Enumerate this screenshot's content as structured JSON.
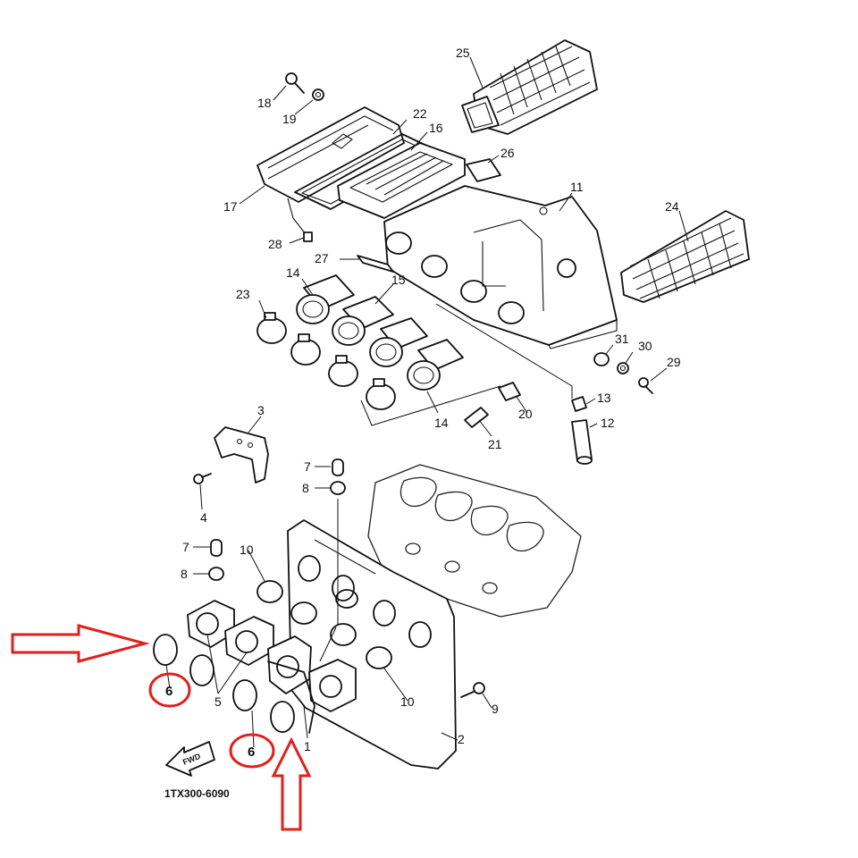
{
  "diagram": {
    "code": "1TX300-6090",
    "fwd_label": "FWD",
    "highlight_color": "#e0201c",
    "callouts": [
      {
        "id": "25",
        "text": "25"
      },
      {
        "id": "18",
        "text": "18"
      },
      {
        "id": "19",
        "text": "19"
      },
      {
        "id": "22",
        "text": "22"
      },
      {
        "id": "16",
        "text": "16"
      },
      {
        "id": "26",
        "text": "26"
      },
      {
        "id": "11",
        "text": "11"
      },
      {
        "id": "17",
        "text": "17"
      },
      {
        "id": "24",
        "text": "24"
      },
      {
        "id": "28",
        "text": "28"
      },
      {
        "id": "27",
        "text": "27"
      },
      {
        "id": "14a",
        "text": "14"
      },
      {
        "id": "15",
        "text": "15"
      },
      {
        "id": "23",
        "text": "23"
      },
      {
        "id": "31",
        "text": "31"
      },
      {
        "id": "30",
        "text": "30"
      },
      {
        "id": "29",
        "text": "29"
      },
      {
        "id": "13",
        "text": "13"
      },
      {
        "id": "20",
        "text": "20"
      },
      {
        "id": "12",
        "text": "12"
      },
      {
        "id": "14b",
        "text": "14"
      },
      {
        "id": "21",
        "text": "21"
      },
      {
        "id": "3",
        "text": "3"
      },
      {
        "id": "7a",
        "text": "7"
      },
      {
        "id": "8a",
        "text": "8"
      },
      {
        "id": "4",
        "text": "4"
      },
      {
        "id": "7b",
        "text": "7"
      },
      {
        "id": "10a",
        "text": "10"
      },
      {
        "id": "8b",
        "text": "8"
      },
      {
        "id": "5",
        "text": "5"
      },
      {
        "id": "6a",
        "text": "6"
      },
      {
        "id": "1",
        "text": "1"
      },
      {
        "id": "10b",
        "text": "10"
      },
      {
        "id": "9",
        "text": "9"
      },
      {
        "id": "2",
        "text": "2"
      },
      {
        "id": "6b",
        "text": "6"
      }
    ]
  }
}
